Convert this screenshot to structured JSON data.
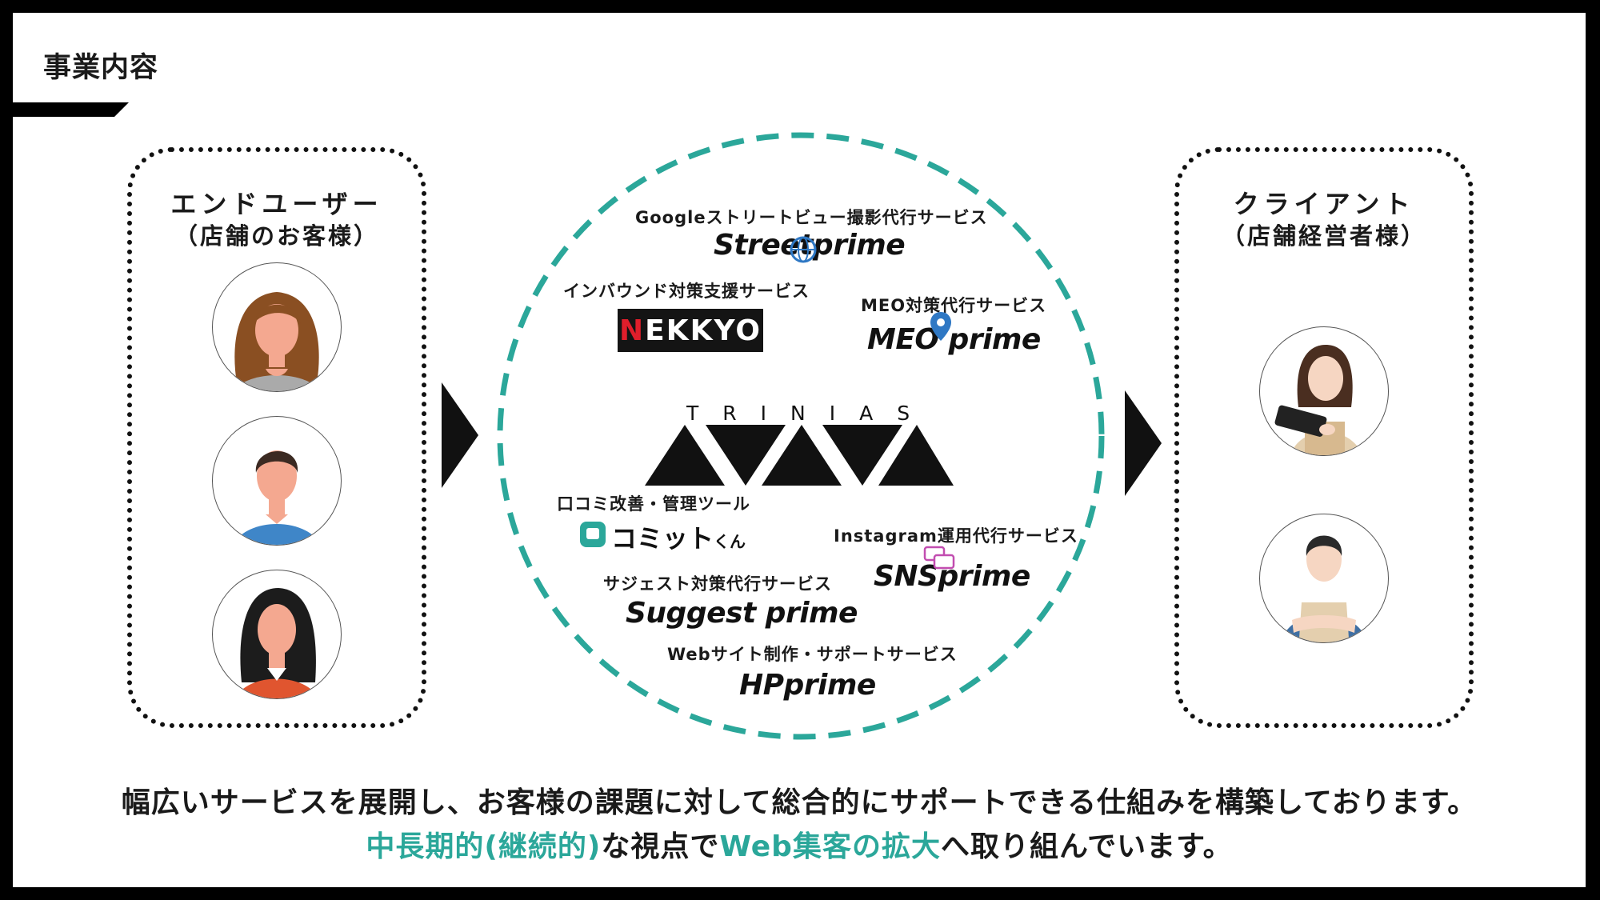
{
  "header": {
    "title": "事業内容"
  },
  "end_user": {
    "title": "エンドユーザー",
    "subtitle": "（店舗のお客様）"
  },
  "client": {
    "title": "クライアント",
    "subtitle": "（店舗経営者様）"
  },
  "services": [
    {
      "desc": "Googleストリートビュー撮影代行サービス",
      "logo": "Streetprime"
    },
    {
      "desc": "インバウンド対策支援サービス",
      "logo": "NEKKYO"
    },
    {
      "desc": "MEO対策代行サービス",
      "logo": "MEO prime"
    },
    {
      "desc": "口コミ改善・管理ツール",
      "logo": "コミットくん"
    },
    {
      "desc": "Instagram運用代行サービス",
      "logo": "SNSprime"
    },
    {
      "desc": "サジェスト対策代行サービス",
      "logo": "Suggest prime"
    },
    {
      "desc": "Webサイト制作・サポートサービス",
      "logo": "HPprime"
    }
  ],
  "center_brand": "TRINIAS",
  "nekkyo": {
    "first": "N",
    "rest": "EKKYO"
  },
  "commit": {
    "main": "コミット",
    "small": "くん"
  },
  "bottom": {
    "line1": "幅広いサービスを展開し、お客様の課題に対して総合的にサポートできる仕組みを構築しております。",
    "line2_part1": "中長期的(継続的)",
    "line2_part2": "な視点で",
    "line2_part3": "Web集客の拡大",
    "line2_part4": "へ取り組んでいます。"
  },
  "colors": {
    "teal": "#2ba79a",
    "red": "#e01e2b",
    "dark": "#111111"
  }
}
